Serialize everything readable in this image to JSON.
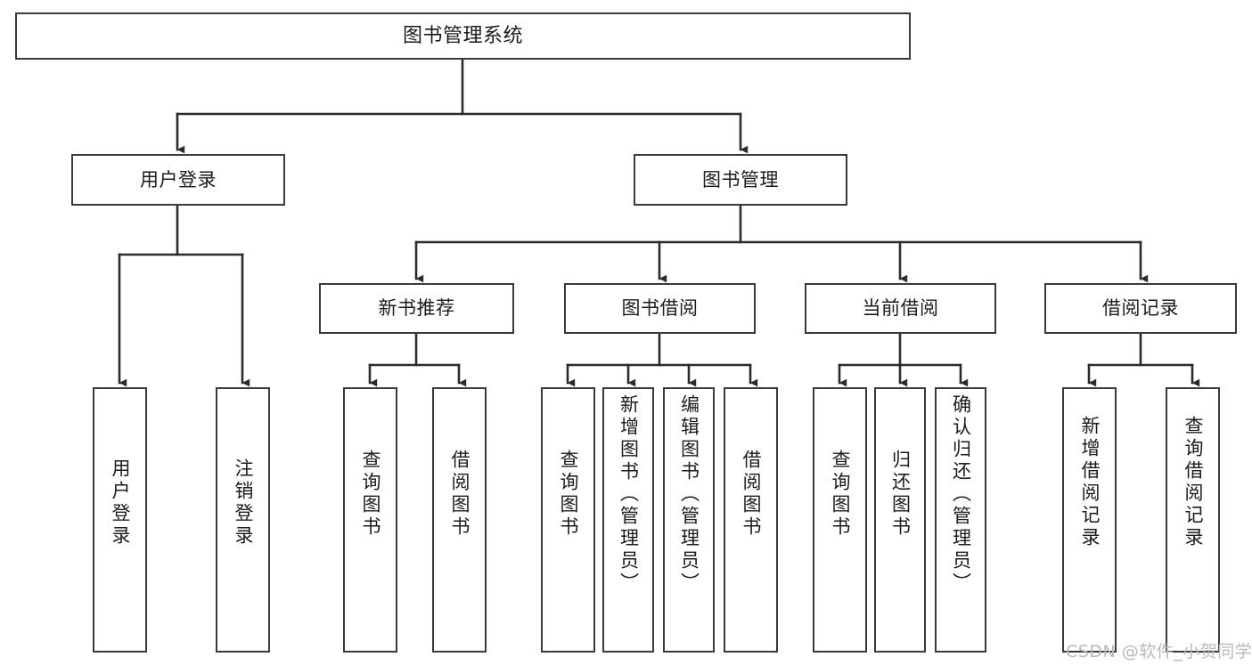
{
  "diagram": {
    "title": "图书管理系统",
    "type": "functional-structure-tree",
    "root": {
      "label": "图书管理系统"
    },
    "level2": [
      {
        "key": "user-login",
        "label": "用户登录"
      },
      {
        "key": "book-manage",
        "label": "图书管理"
      }
    ],
    "level3": [
      {
        "key": "new-book-recommend",
        "label": "新书推荐",
        "parent": "book-manage"
      },
      {
        "key": "book-borrow",
        "label": "图书借阅",
        "parent": "book-manage"
      },
      {
        "key": "current-borrow",
        "label": "当前借阅",
        "parent": "book-manage"
      },
      {
        "key": "borrow-record",
        "label": "借阅记录",
        "parent": "book-manage"
      }
    ],
    "leaves": [
      {
        "key": "leaf-user-login",
        "label": "用户登录",
        "parent": "user-login"
      },
      {
        "key": "leaf-user-logout",
        "label": "注销登录",
        "parent": "user-login"
      },
      {
        "key": "leaf-query-book-1",
        "label": "查询图书",
        "parent": "new-book-recommend"
      },
      {
        "key": "leaf-borrow-book-1",
        "label": "借阅图书",
        "parent": "new-book-recommend"
      },
      {
        "key": "leaf-query-book-2",
        "label": "查询图书",
        "parent": "book-borrow"
      },
      {
        "key": "leaf-add-book",
        "label": "新增图书（管理员）",
        "parent": "book-borrow"
      },
      {
        "key": "leaf-edit-book",
        "label": "编辑图书（管理员）",
        "parent": "book-borrow"
      },
      {
        "key": "leaf-borrow-book-2",
        "label": "借阅图书",
        "parent": "book-borrow"
      },
      {
        "key": "leaf-query-book-3",
        "label": "查询图书",
        "parent": "current-borrow"
      },
      {
        "key": "leaf-return-book",
        "label": "归还图书",
        "parent": "current-borrow"
      },
      {
        "key": "leaf-confirm-return",
        "label": "确认归还（管理员）",
        "parent": "current-borrow"
      },
      {
        "key": "leaf-add-record",
        "label": "新增借阅记录",
        "parent": "borrow-record"
      },
      {
        "key": "leaf-query-record",
        "label": "查询借阅记录",
        "parent": "borrow-record"
      }
    ],
    "colors": {
      "box_border": "#3a3a3a",
      "box_fill": "#ffffff",
      "connector": "#2b2b2b",
      "text": "#1b1b1b",
      "watermark": "#b9b9b9",
      "background": "#ffffff"
    }
  },
  "watermark": {
    "text": "CSDN @软件_小贺同学"
  }
}
